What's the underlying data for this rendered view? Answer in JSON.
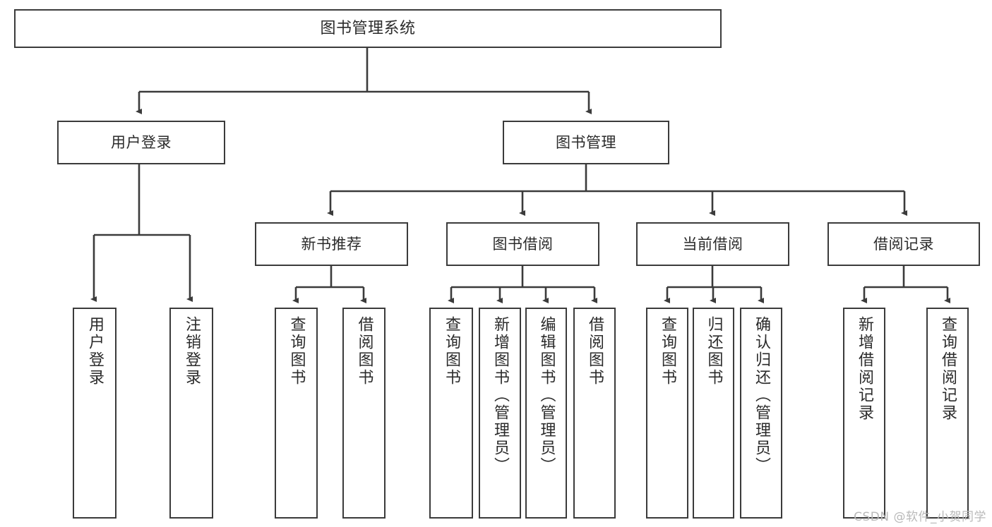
{
  "diagram": {
    "title": "图书管理系统",
    "type": "tree-hierarchy",
    "root": {
      "label": "图书管理系统"
    },
    "level1": [
      {
        "label": "用户登录"
      },
      {
        "label": "图书管理"
      }
    ],
    "level2": [
      {
        "label": "新书推荐"
      },
      {
        "label": "图书借阅"
      },
      {
        "label": "当前借阅"
      },
      {
        "label": "借阅记录"
      }
    ],
    "leaves": {
      "user_login": [
        {
          "label": "用户登录"
        },
        {
          "label": "注销登录"
        }
      ],
      "new_book_recommend": [
        {
          "label": "查询图书"
        },
        {
          "label": "借阅图书"
        }
      ],
      "book_borrow": [
        {
          "label": "查询图书"
        },
        {
          "label": "新增图书（管理员）"
        },
        {
          "label": "编辑图书（管理员）"
        },
        {
          "label": "借阅图书"
        }
      ],
      "current_borrow": [
        {
          "label": "查询图书"
        },
        {
          "label": "归还图书"
        },
        {
          "label": "确认归还（管理员）"
        }
      ],
      "borrow_record": [
        {
          "label": "新增借阅记录"
        },
        {
          "label": "查询借阅记录"
        }
      ]
    }
  },
  "watermark": {
    "text": "CSDN @软件_小贺同学"
  },
  "colors": {
    "stroke": "#3b3b3b",
    "fill": "#ffffff",
    "text": "#2b2b2b",
    "watermark": "#b9b9b9"
  }
}
